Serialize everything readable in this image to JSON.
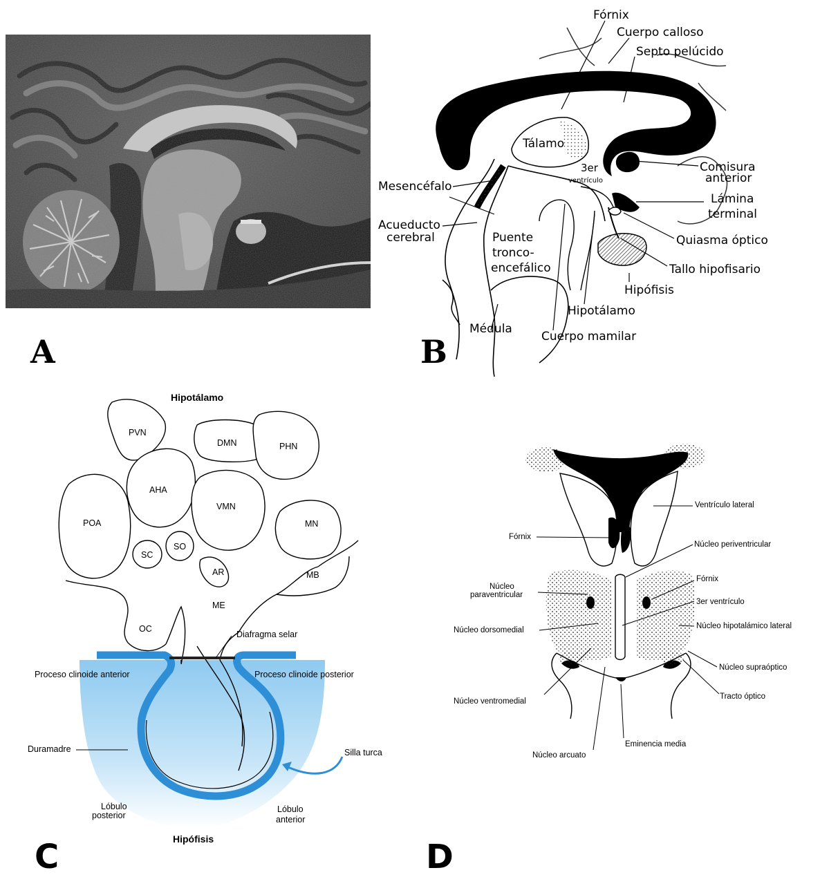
{
  "panels": {
    "a": {
      "letter": "A"
    },
    "b": {
      "letter": "B",
      "labels": {
        "fornix": "Fórnix",
        "cuerpo_calloso": "Cuerpo calloso",
        "septo": "Septo pelúcido",
        "talamo": "Tálamo",
        "ventriculo_3_a": "3er",
        "ventriculo_3_b": "ventrículo",
        "comisura_a": "Comisura",
        "comisura_b": "anterior",
        "lamina_a": "Lámina",
        "lamina_b": "terminal",
        "mesencefalo": "Mesencéfalo",
        "acueducto_a": "Acueducto",
        "acueducto_b": "cerebral",
        "puente_a": "Puente",
        "puente_b": "tronco-",
        "puente_c": "encefálico",
        "quiasma": "Quiasma óptico",
        "tallo": "Tallo hipofisario",
        "hipofisis": "Hipófisis",
        "hipotalamo": "Hipotálamo",
        "medula": "Médula",
        "cuerpo_mamilar": "Cuerpo mamilar"
      }
    },
    "c": {
      "letter": "C",
      "title": "Hipotálamo",
      "bottom_title": "Hipófisis",
      "nuclei": {
        "pvn": "PVN",
        "dmn": "DMN",
        "phn": "PHN",
        "aha": "AHA",
        "vmn": "VMN",
        "poa": "POA",
        "mn": "MN",
        "sc": "SC",
        "so": "SO",
        "ar": "AR",
        "mb": "MB",
        "me": "ME",
        "oc": "OC"
      },
      "labels": {
        "diafragma": "Diafragma selar",
        "clinoide_ant": "Proceso clinoide anterior",
        "clinoide_post": "Proceso clinoide posterior",
        "duramadre": "Duramadre",
        "silla": "Silla turca",
        "lobulo_post_a": "Lóbulo",
        "lobulo_post_b": "posterior",
        "lobulo_ant_a": "Lóbulo",
        "lobulo_ant_b": "anterior"
      },
      "colors": {
        "dura_blue": "#2f8fd6",
        "fluid_blue": "#a8d6f4"
      }
    },
    "d": {
      "letter": "D",
      "labels": {
        "ventriculo_lateral": "Ventrículo lateral",
        "fornix_top": "Fórnix",
        "nucleo_periventricular": "Núcleo periventricular",
        "nucleo_paraventricular_a": "Núcleo",
        "nucleo_paraventricular_b": "paraventricular",
        "fornix_right": "Fórnix",
        "ventriculo_3": "3er ventrículo",
        "nucleo_dorsomedial": "Núcleo dorsomedial",
        "nucleo_hipotalamico_lateral": "Núcleo hipotalámico lateral",
        "nucleo_supraoptico": "Núcleo supraóptico",
        "tracto_optico": "Tracto óptico",
        "nucleo_ventromedial": "Núcleo ventromedial",
        "eminencia_media": "Eminencia media",
        "nucleo_arcuato": "Núcleo arcuato"
      }
    }
  }
}
